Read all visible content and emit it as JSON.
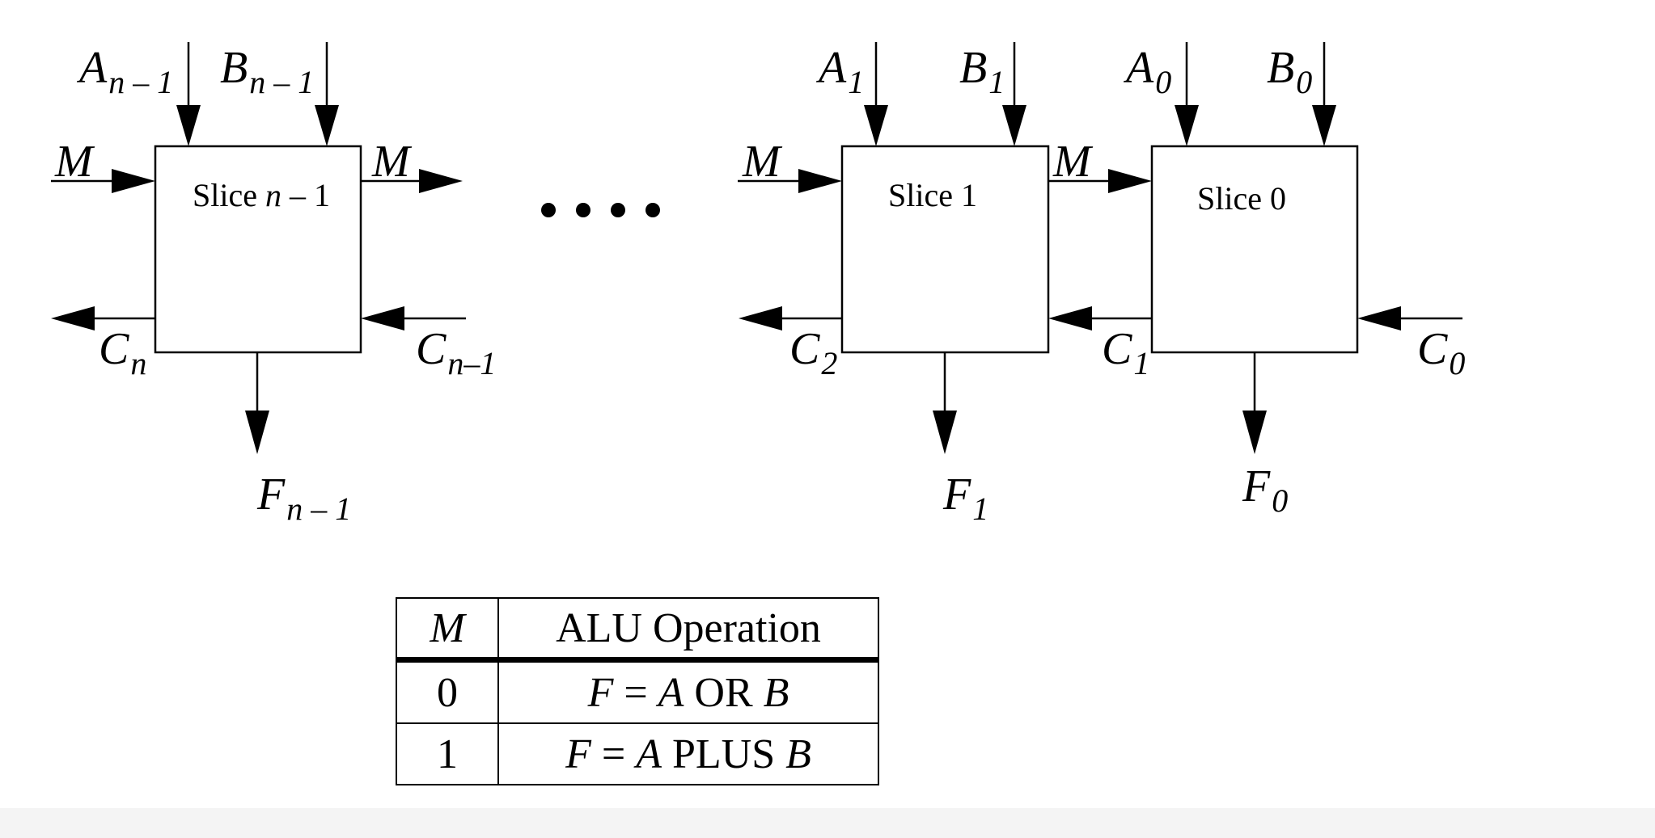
{
  "slices": [
    {
      "id": "slice-n-1",
      "label_prefix": "Slice ",
      "label_var": "n",
      "label_suffix": " – 1",
      "a_base": "A",
      "a_sub": "n – 1",
      "b_base": "B",
      "b_sub": "n – 1",
      "m_in": "M",
      "m_out": "M",
      "c_out_base": "C",
      "c_out_sub": "n",
      "c_in_base": "C",
      "c_in_sub": "n–1",
      "f_base": "F",
      "f_sub": "n – 1"
    },
    {
      "id": "slice-1",
      "label_prefix": "Slice 1",
      "a_base": "A",
      "a_sub": "1",
      "b_base": "B",
      "b_sub": "1",
      "m_in": "M",
      "m_out": "M",
      "c_out_base": "C",
      "c_out_sub": "2",
      "c_in_base": "C",
      "c_in_sub": "1",
      "f_base": "F",
      "f_sub": "1"
    },
    {
      "id": "slice-0",
      "label_prefix": "Slice 0",
      "a_base": "A",
      "a_sub": "0",
      "b_base": "B",
      "b_sub": "0",
      "c_in_base": "C",
      "c_in_sub": "0",
      "f_base": "F",
      "f_sub": "0"
    }
  ],
  "table": {
    "header_m": "M",
    "header_op": "ALU Operation",
    "rows": [
      {
        "m": "0",
        "lhs": "F",
        "eq": " = ",
        "a": "A",
        "op": " OR ",
        "b": "B"
      },
      {
        "m": "1",
        "lhs": "F",
        "eq": " = ",
        "a": "A",
        "op": " PLUS ",
        "b": "B"
      }
    ]
  }
}
